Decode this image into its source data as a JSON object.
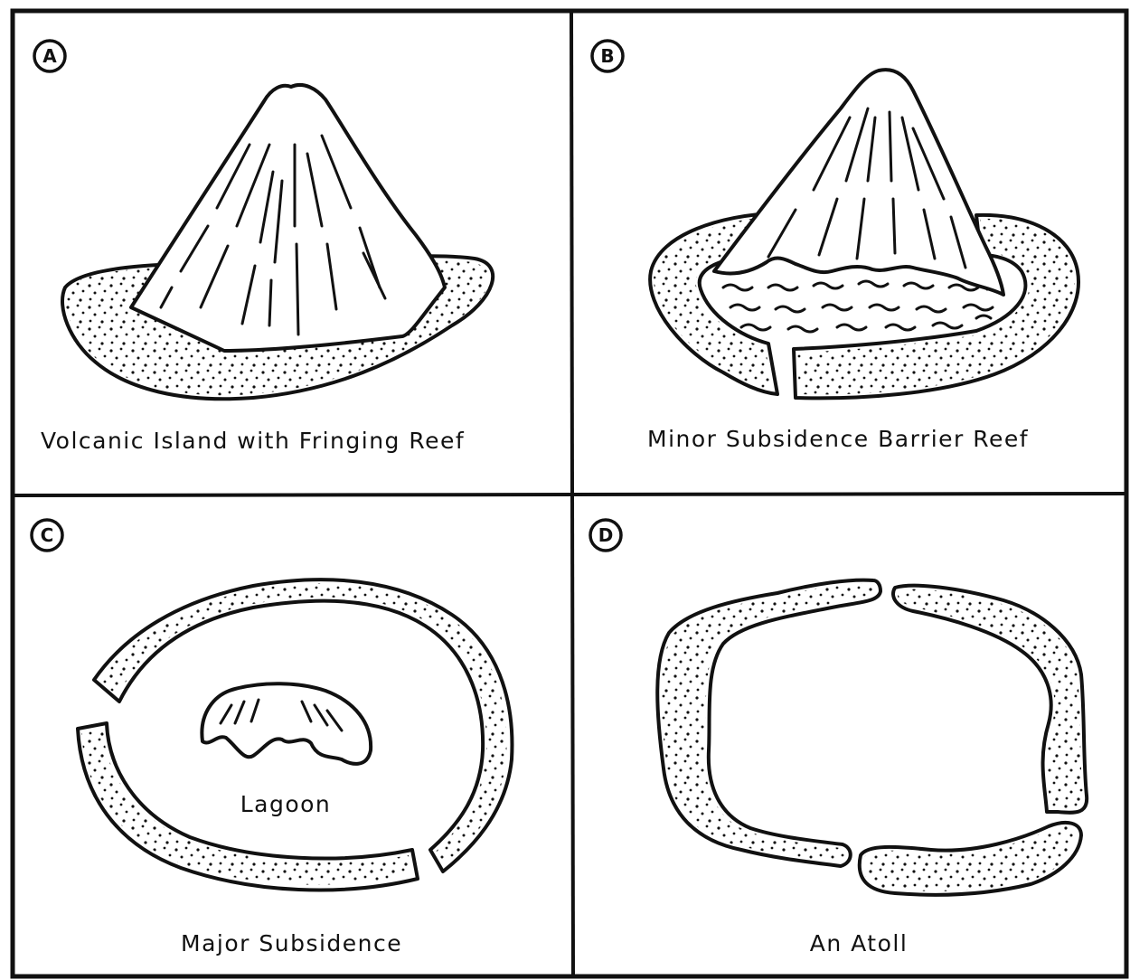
{
  "panels": [
    {
      "letter": "A",
      "caption": "Volcanic Island with Fringing Reef"
    },
    {
      "letter": "B",
      "caption": "Minor Subsidence Barrier Reef"
    },
    {
      "letter": "C",
      "caption": "Major Subsidence",
      "inner_label": "Lagoon"
    },
    {
      "letter": "D",
      "caption": "An Atoll"
    }
  ]
}
